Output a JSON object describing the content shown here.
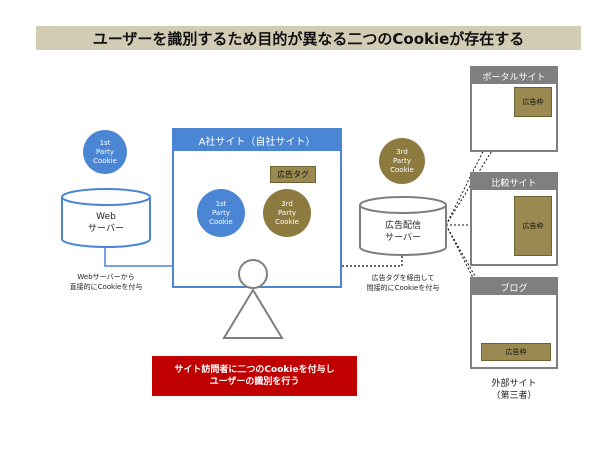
{
  "title": "ユーザーを識別するため目的が異なる二つのCookieが存在する",
  "first_party_cookie": "1st\nParty\nCookie",
  "third_party_cookie": "3rd\nParty\nCookie",
  "site": {
    "header": "A社サイト（自社サイト）",
    "ad_tag": "広告タグ"
  },
  "web_server": {
    "label": "Web\nサーバー",
    "note": "Webサーバーから\n直接的にCookieを付与"
  },
  "ad_server": {
    "label": "広告配信\nサーバー",
    "note": "広告タグを経由して\n間接的にCookieを付与"
  },
  "summary": "サイト訪問者に二つのCookieを付与し\nユーザーの識別を行う",
  "external_sites": [
    {
      "name": "ポータルサイト",
      "ad_label": "広告枠"
    },
    {
      "name": "比較サイト",
      "ad_label": "広告枠"
    },
    {
      "name": "ブログ",
      "ad_label": "広告枠"
    }
  ],
  "external_label": "外部サイト\n（第三者）"
}
